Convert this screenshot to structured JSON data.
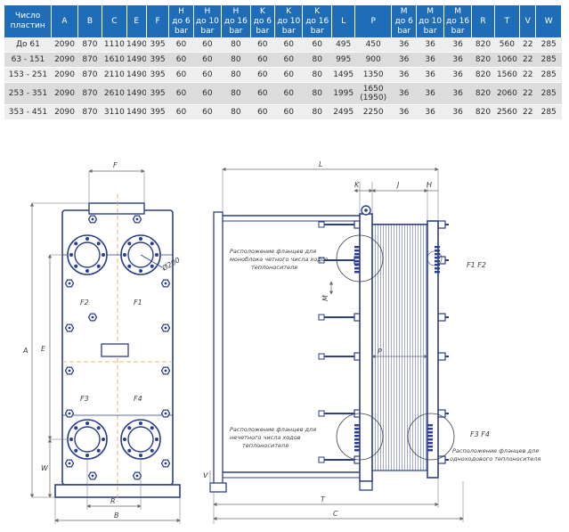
{
  "table": {
    "headers": [
      [
        "Число",
        "пластин"
      ],
      [
        "A"
      ],
      [
        "B"
      ],
      [
        "C"
      ],
      [
        "E"
      ],
      [
        "F"
      ],
      [
        "H",
        "до 6",
        "bar"
      ],
      [
        "H",
        "до 10",
        "bar"
      ],
      [
        "H",
        "до 16",
        "bar"
      ],
      [
        "K",
        "до 6",
        "bar"
      ],
      [
        "K",
        "до 10",
        "bar"
      ],
      [
        "K",
        "до 16",
        "bar"
      ],
      [
        "L"
      ],
      [
        "P"
      ],
      [
        "M",
        "до 6",
        "bar"
      ],
      [
        "M",
        "до 10",
        "bar"
      ],
      [
        "M",
        "до 16",
        "bar"
      ],
      [
        "R"
      ],
      [
        "T"
      ],
      [
        "V"
      ],
      [
        "W"
      ]
    ],
    "rows": [
      [
        "До 61",
        "2090",
        "870",
        "1110",
        "1490",
        "395",
        "60",
        "60",
        "80",
        "60",
        "60",
        "60",
        "495",
        "450",
        "36",
        "36",
        "36",
        "820",
        "560",
        "22",
        "285"
      ],
      [
        "63 - 151",
        "2090",
        "870",
        "1610",
        "1490",
        "395",
        "60",
        "60",
        "80",
        "60",
        "60",
        "80",
        "995",
        "900",
        "36",
        "36",
        "36",
        "820",
        "1060",
        "22",
        "285"
      ],
      [
        "153 - 251",
        "2090",
        "870",
        "2110",
        "1490",
        "395",
        "60",
        "60",
        "80",
        "60",
        "60",
        "80",
        "1495",
        "1350",
        "36",
        "36",
        "36",
        "820",
        "1560",
        "22",
        "285"
      ],
      [
        "253 - 351",
        "2090",
        "870",
        "2610",
        "1490",
        "395",
        "60",
        "60",
        "80",
        "60",
        "60",
        "80",
        "1995",
        "1650\n(1950)",
        "36",
        "36",
        "36",
        "820",
        "2060",
        "22",
        "285"
      ],
      [
        "353 - 451",
        "2090",
        "870",
        "3110",
        "1490",
        "395",
        "60",
        "60",
        "80",
        "60",
        "60",
        "80",
        "2495",
        "2250",
        "36",
        "36",
        "36",
        "820",
        "2560",
        "22",
        "285"
      ]
    ]
  },
  "front_view": {
    "dim_labels": {
      "F": "F",
      "A": "A",
      "E": "E",
      "W": "W",
      "R": "R",
      "B": "B"
    },
    "port_labels": {
      "F1": "F1",
      "F2": "F2",
      "F3": "F3",
      "F4": "F4"
    },
    "diameter_label": "Ø200"
  },
  "side_view": {
    "dim_labels": {
      "L": "L",
      "K": "K",
      "J": "J",
      "H": "H",
      "M": "M",
      "P": "P",
      "V": "V",
      "T": "T",
      "C": "C"
    },
    "note_even": [
      "Расположение фланцев для",
      "моноблока четного числа ходов",
      "теплоносителя"
    ],
    "note_odd": [
      "Расположение фланцев для",
      "нечетного числа ходов",
      "теплоносителя"
    ],
    "note_single": [
      "Расположение фланцев для",
      "одноходового теплоносителя"
    ],
    "label_f1f2": "F1 F2",
    "label_f3f4": "F3 F4"
  },
  "colors": {
    "header_bg": "#1f6db7",
    "row_light": "#eeeeee",
    "row_dark": "#dcdcdc",
    "line": "#2c3e8c",
    "dim_line": "#6b6b6b",
    "center_line": "#e8a040"
  }
}
